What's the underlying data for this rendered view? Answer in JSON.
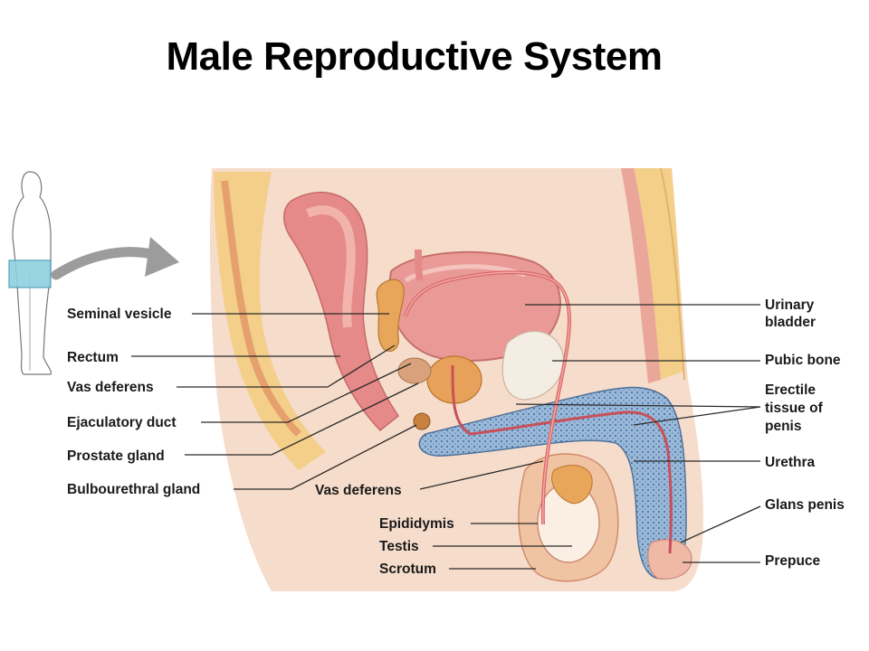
{
  "title": "Male Reproductive System",
  "labels": {
    "seminal_vesicle": "Seminal vesicle",
    "rectum": "Rectum",
    "vas_deferens_left": "Vas deferens",
    "ejaculatory_duct": "Ejaculatory duct",
    "prostate_gland": "Prostate gland",
    "bulbourethral_gland": "Bulbourethral gland",
    "vas_deferens_bottom": "Vas deferens",
    "epididymis": "Epididymis",
    "testis": "Testis",
    "scrotum": "Scrotum",
    "urinary_bladder_1": "Urinary",
    "urinary_bladder_2": "bladder",
    "pubic_bone": "Pubic bone",
    "erectile_1": "Erectile",
    "erectile_2": "tissue of",
    "erectile_3": "penis",
    "urethra": "Urethra",
    "glans_penis": "Glans penis",
    "prepuce": "Prepuce"
  },
  "colors": {
    "skin": "#f6dccb",
    "muscle": "#e79a8c",
    "organ": "#e58a88",
    "fat": "#f3cf8a",
    "erectile": "#8fb2d6",
    "locator": "#8fd0e0"
  }
}
